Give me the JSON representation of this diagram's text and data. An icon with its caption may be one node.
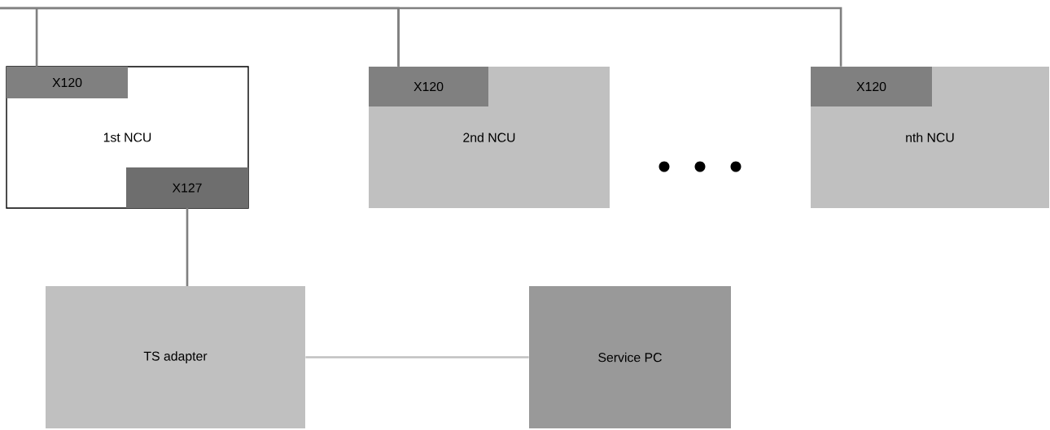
{
  "diagram": {
    "nodes": [
      {
        "text": [
          "1st NCU"
        ]
      },
      {
        "text": [
          "X120"
        ],
        "in": 0
      },
      {
        "text": [
          "X127"
        ],
        "in": 0
      },
      {
        "text": [
          "2nd NCU"
        ]
      },
      {
        "text": [
          "X120"
        ],
        "in": 3
      },
      {
        "text": [
          "nth NCU"
        ]
      },
      {
        "text": [
          "X120"
        ],
        "in": 5
      },
      {
        "text": [
          "TS adapter"
        ]
      },
      {
        "text": [
          "Service PC"
        ]
      }
    ],
    "edges": [
      {
        "from": 1,
        "to": 4,
        "arrow": "none"
      },
      {
        "from": 4,
        "to": 6,
        "arrow": "none"
      },
      {
        "from": 2,
        "to": 7,
        "arrow": "none"
      },
      {
        "from": 7,
        "to": 8,
        "arrow": "none",
        "color": "#c0c0c0"
      }
    ]
  }
}
